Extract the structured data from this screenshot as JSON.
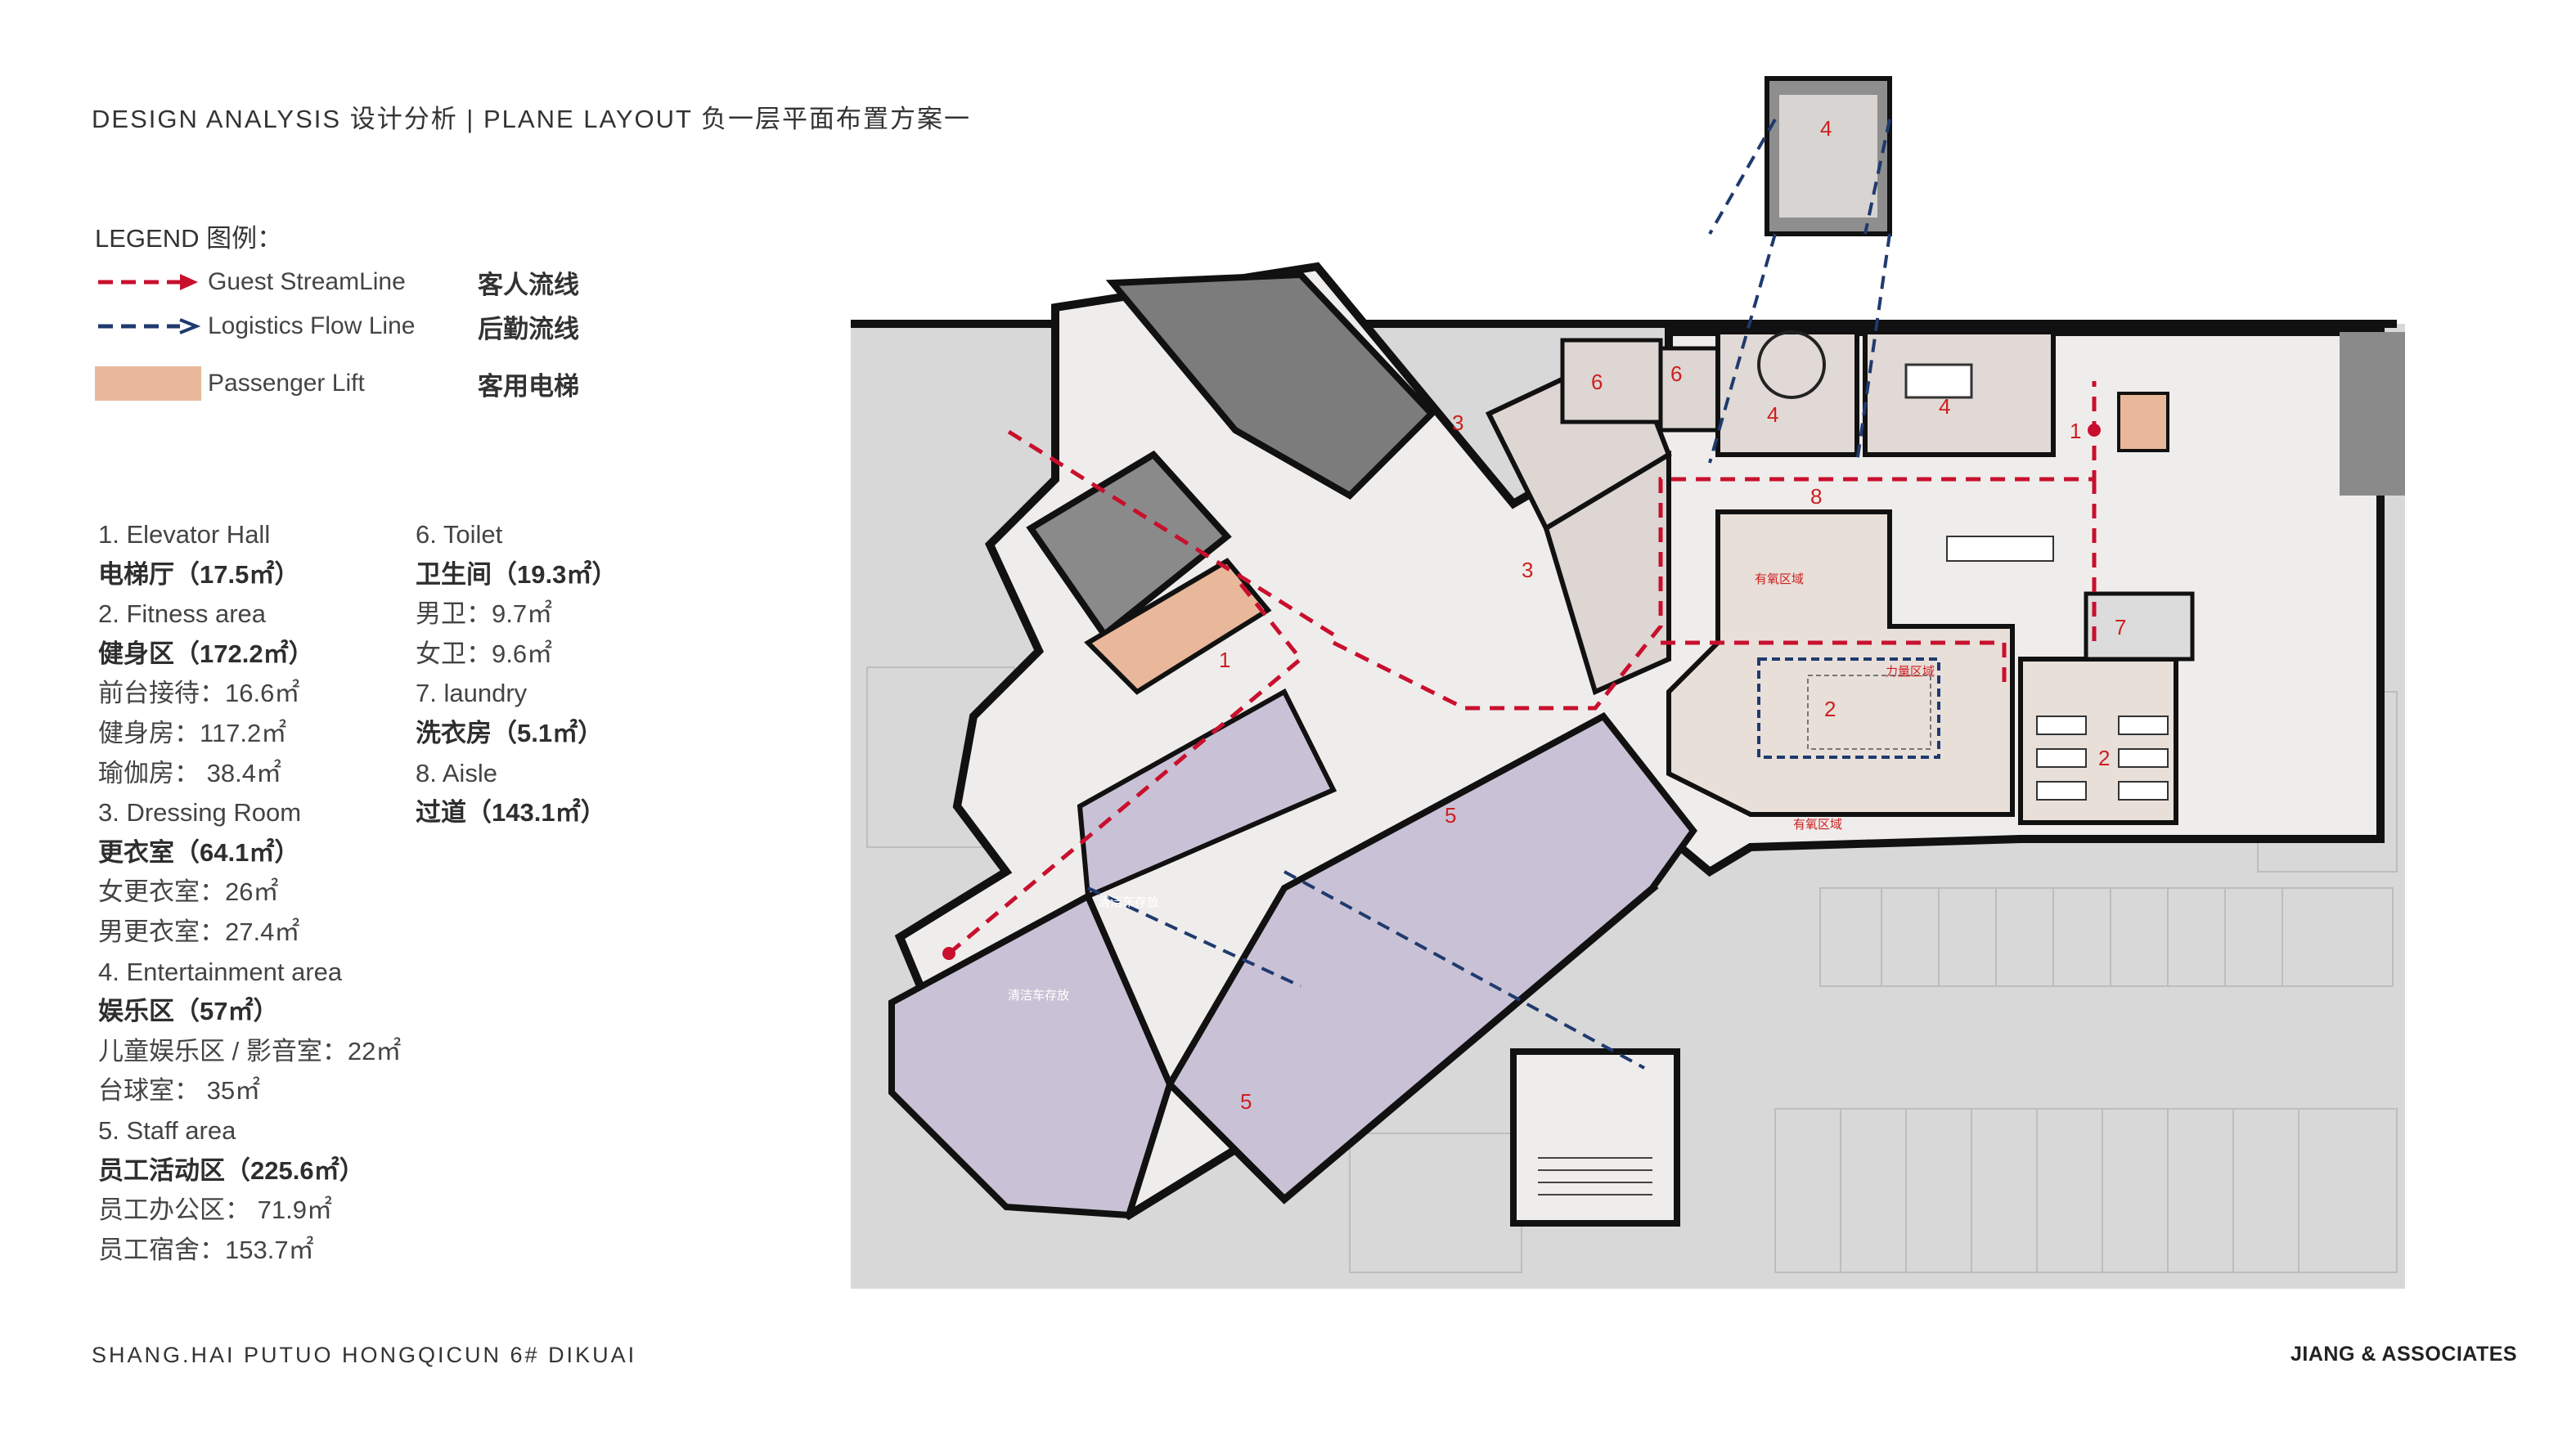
{
  "header": {
    "title": "DESIGN ANALYSIS 设计分析 | PLANE LAYOUT  负一层平面布置方案一"
  },
  "legend": {
    "title": "LEGEND 图例：",
    "items": [
      {
        "en": "Guest StreamLine",
        "cn": "客人流线",
        "color": "#c8102e"
      },
      {
        "en": "Logistics Flow Line",
        "cn": "后勤流线",
        "color": "#1f3a6e"
      },
      {
        "en": "Passenger Lift",
        "cn": "客用电梯",
        "color": "#e9b89a"
      }
    ]
  },
  "areas_left": [
    {
      "text": "1. Elevator Hall",
      "bold": false
    },
    {
      "text": "电梯厅（17.5㎡）",
      "bold": true
    },
    {
      "text": "2. Fitness area",
      "bold": false
    },
    {
      "text": "健身区（172.2㎡）",
      "bold": true
    },
    {
      "text": "前台接待：16.6㎡",
      "bold": false
    },
    {
      "text": "健身房：117.2㎡",
      "bold": false
    },
    {
      "text": "瑜伽房：  38.4㎡",
      "bold": false
    },
    {
      "text": "3. Dressing Room",
      "bold": false
    },
    {
      "text": "更衣室（64.1㎡）",
      "bold": true
    },
    {
      "text": "女更衣室：26㎡",
      "bold": false
    },
    {
      "text": "男更衣室：27.4㎡",
      "bold": false
    },
    {
      "text": "4. Entertainment area",
      "bold": false
    },
    {
      "text": "娱乐区（57㎡）",
      "bold": true
    },
    {
      "text": "儿童娱乐区 / 影音室：22㎡",
      "bold": false
    },
    {
      "text": "台球室：  35㎡",
      "bold": false
    },
    {
      "text": "5. Staff area",
      "bold": false
    },
    {
      "text": "员工活动区（225.6㎡）",
      "bold": true
    },
    {
      "text": "员工办公区：  71.9㎡",
      "bold": false
    },
    {
      "text": "员工宿舍：153.7㎡",
      "bold": false
    }
  ],
  "areas_right": [
    {
      "text": "6. Toilet",
      "bold": false
    },
    {
      "text": "卫生间（19.3㎡）",
      "bold": true
    },
    {
      "text": "男卫：9.7㎡",
      "bold": false
    },
    {
      "text": "女卫：9.6㎡",
      "bold": false
    },
    {
      "text": "7. laundry",
      "bold": false
    },
    {
      "text": "洗衣房（5.1㎡）",
      "bold": true
    },
    {
      "text": "8. Aisle",
      "bold": false
    },
    {
      "text": "过道（143.1㎡）",
      "bold": true
    }
  ],
  "plan": {
    "room_numbers": [
      "1",
      "1",
      "2",
      "2",
      "3",
      "3",
      "4",
      "4",
      "4",
      "5",
      "5",
      "6",
      "6",
      "7",
      "8"
    ],
    "zone_labels": [
      "有氧区域",
      "力量区域",
      "有氧区域",
      "清洁车存放",
      "清洁车存放"
    ]
  },
  "footer": {
    "project": "SHANG.HAI PUTUO HONGQICUN 6# DIKUAI",
    "firm": "JIANG & ASSOCIATES"
  },
  "colors": {
    "guest_line": "#c8102e",
    "logistics_line": "#1f3a6e",
    "lift": "#e9b89a",
    "staff_area": "#c9c2d6",
    "fitness_area": "#e8dfd9",
    "background_gray": "#d9d9d9"
  }
}
